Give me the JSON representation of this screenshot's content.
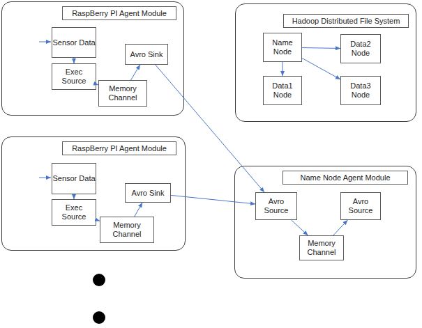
{
  "diagram": {
    "nodes": [
      {
        "text": [
          "RaspBerry PI Agent Module"
        ]
      },
      {
        "text": [
          "Sensor Data"
        ],
        "in": 0
      },
      {
        "text": [
          "Exec Source"
        ],
        "in": 0
      },
      {
        "text": [
          "Memory Channel"
        ],
        "in": 0
      },
      {
        "text": [
          "Avro Sink"
        ],
        "in": 0
      },
      {
        "text": [
          "Hadoop Distributed File System"
        ]
      },
      {
        "text": [
          "Name Node"
        ],
        "in": 5
      },
      {
        "text": [
          "Data2 Node"
        ],
        "in": 5
      },
      {
        "text": [
          "Data1 Node"
        ],
        "in": 5
      },
      {
        "text": [
          "Data3 Node"
        ],
        "in": 5
      },
      {
        "text": [
          "RaspBerry PI Agent Module"
        ]
      },
      {
        "text": [
          "Sensor Data"
        ],
        "in": 10
      },
      {
        "text": [
          "Exec Source"
        ],
        "in": 10
      },
      {
        "text": [
          "Memory Channel"
        ],
        "in": 10
      },
      {
        "text": [
          "Avro Sink"
        ],
        "in": 10
      },
      {
        "text": [
          "Name Node Agent Module"
        ]
      },
      {
        "text": [
          "Avro Source"
        ],
        "in": 15
      },
      {
        "text": [
          "Avro Source"
        ],
        "in": 15
      },
      {
        "text": [
          "Memory Channel"
        ],
        "in": 15
      }
    ],
    "edges": [
      {
        "from": 1,
        "to": 2,
        "arrow": "to"
      },
      {
        "from": 2,
        "to": 3,
        "arrow": "to"
      },
      {
        "from": 3,
        "to": 4,
        "arrow": "to"
      },
      {
        "from": 4,
        "to": 16,
        "arrow": "to"
      },
      {
        "from": 6,
        "to": 7,
        "arrow": "to"
      },
      {
        "from": 6,
        "to": 8,
        "arrow": "to"
      },
      {
        "from": 6,
        "to": 9,
        "arrow": "to"
      },
      {
        "from": 11,
        "to": 12,
        "arrow": "to"
      },
      {
        "from": 12,
        "to": 13,
        "arrow": "to"
      },
      {
        "from": 13,
        "to": 14,
        "arrow": "to"
      },
      {
        "from": 14,
        "to": 16,
        "arrow": "to"
      },
      {
        "from": 16,
        "to": 18,
        "arrow": "to"
      },
      {
        "from": 18,
        "to": 17,
        "arrow": "to"
      }
    ]
  }
}
